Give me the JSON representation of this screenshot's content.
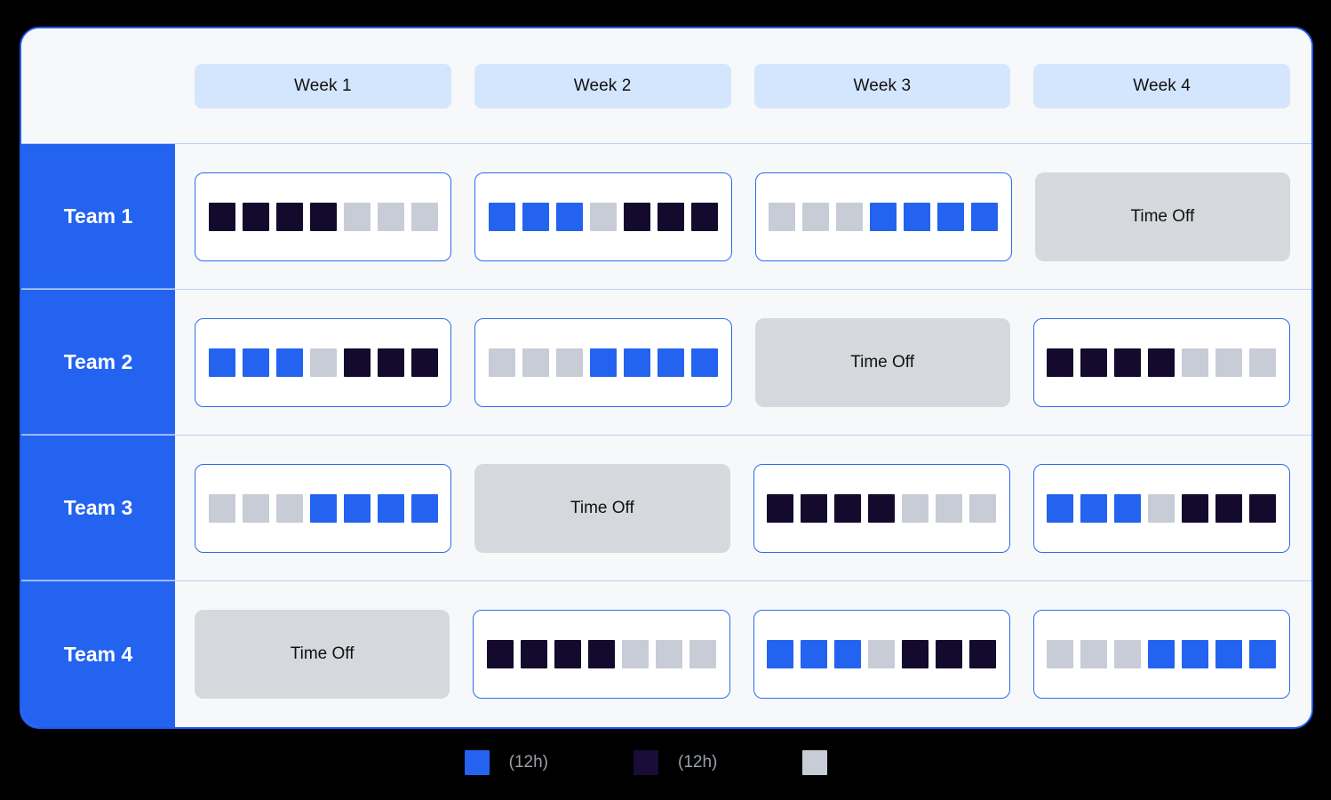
{
  "header": {
    "weeks": [
      {
        "label": "Week 1"
      },
      {
        "label": "Week 2"
      },
      {
        "label": "Week 3"
      },
      {
        "label": "Week 4"
      }
    ]
  },
  "rows": [
    {
      "team": "Team 1",
      "cells": [
        {
          "type": "shift",
          "text": "",
          "chips": [
            "night",
            "night",
            "night",
            "night",
            "off",
            "off",
            "off"
          ]
        },
        {
          "type": "shift",
          "text": "",
          "chips": [
            "day",
            "day",
            "day",
            "off",
            "night",
            "night",
            "night"
          ]
        },
        {
          "type": "shift",
          "text": "",
          "chips": [
            "off",
            "off",
            "off",
            "day",
            "day",
            "day",
            "day"
          ]
        },
        {
          "type": "timeoff",
          "text": "Time Off",
          "chips": []
        }
      ]
    },
    {
      "team": "Team 2",
      "cells": [
        {
          "type": "shift",
          "text": "",
          "chips": [
            "day",
            "day",
            "day",
            "off",
            "night",
            "night",
            "night"
          ]
        },
        {
          "type": "shift",
          "text": "",
          "chips": [
            "off",
            "off",
            "off",
            "day",
            "day",
            "day",
            "day"
          ]
        },
        {
          "type": "timeoff",
          "text": "Time Off",
          "chips": []
        },
        {
          "type": "shift",
          "text": "",
          "chips": [
            "night",
            "night",
            "night",
            "night",
            "off",
            "off",
            "off"
          ]
        }
      ]
    },
    {
      "team": "Team 3",
      "cells": [
        {
          "type": "shift",
          "text": "",
          "chips": [
            "off",
            "off",
            "off",
            "day",
            "day",
            "day",
            "day"
          ]
        },
        {
          "type": "timeoff",
          "text": "Time Off",
          "chips": []
        },
        {
          "type": "shift",
          "text": "",
          "chips": [
            "night",
            "night",
            "night",
            "night",
            "off",
            "off",
            "off"
          ]
        },
        {
          "type": "shift",
          "text": "",
          "chips": [
            "day",
            "day",
            "day",
            "off",
            "night",
            "night",
            "night"
          ]
        }
      ]
    },
    {
      "team": "Team 4",
      "cells": [
        {
          "type": "timeoff",
          "text": "Time Off",
          "chips": []
        },
        {
          "type": "shift",
          "text": "",
          "chips": [
            "night",
            "night",
            "night",
            "night",
            "off",
            "off",
            "off"
          ]
        },
        {
          "type": "shift",
          "text": "",
          "chips": [
            "day",
            "day",
            "day",
            "off",
            "night",
            "night",
            "night"
          ]
        },
        {
          "type": "shift",
          "text": "",
          "chips": [
            "off",
            "off",
            "off",
            "day",
            "day",
            "day",
            "day"
          ]
        }
      ]
    }
  ],
  "legend": {
    "items": [
      {
        "swatch": "day",
        "label": "(12h)"
      },
      {
        "swatch": "night",
        "label": "(12h)"
      },
      {
        "swatch": "off",
        "label": ""
      }
    ]
  },
  "colors": {
    "day": "#2363f0",
    "night": "#130a2e",
    "off": "#c8ccd6",
    "team_column": "#2363f0",
    "week_pill": "#d4e6fd",
    "timeoff": "#d6d8dd",
    "card_border": "#1f5bf5",
    "card_background": "#f7f8fa",
    "page_background": "#000000"
  }
}
